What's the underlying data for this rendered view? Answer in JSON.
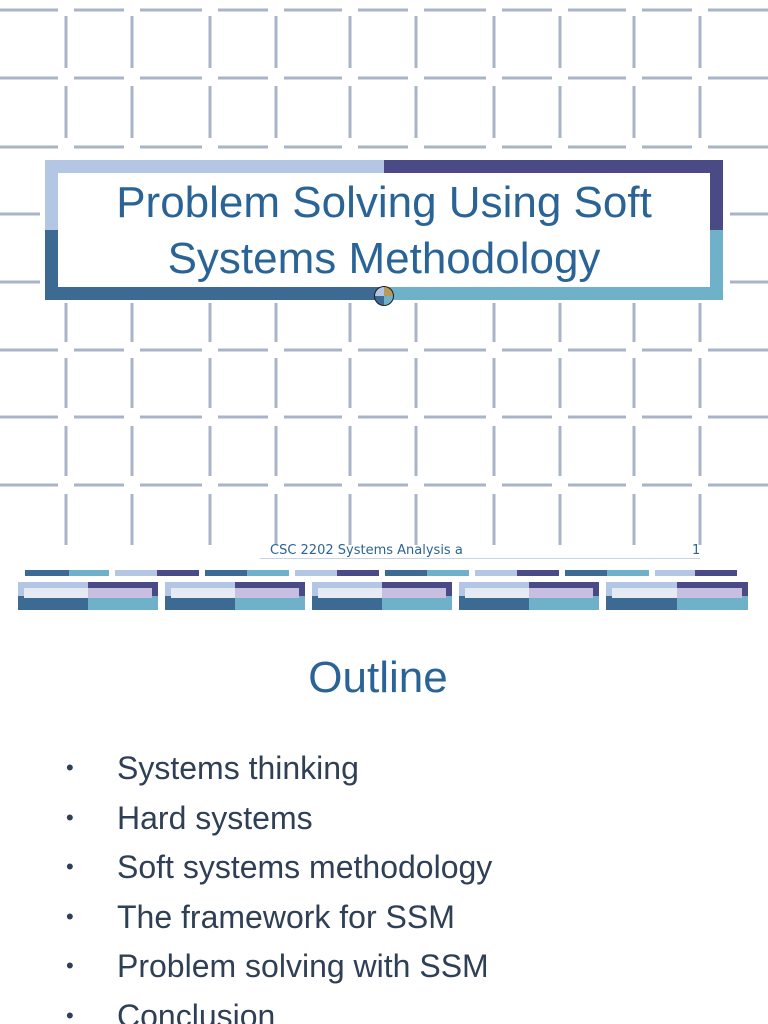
{
  "slide1": {
    "title_lines": [
      "Problem Solving Using Soft",
      "Systems Methodology"
    ],
    "footer": "CSC 2202 Systems Analysis a",
    "page_number": "1"
  },
  "slide2": {
    "title": "Outline",
    "bullets": [
      "Systems thinking",
      "Hard systems",
      "Soft systems methodology",
      "The framework for SSM",
      "Problem solving with SSM",
      "Conclusion"
    ]
  },
  "colors": {
    "title_text": "#2a6496",
    "grid_lines": "#a9b4c8",
    "frame_light": "#b3c6e4",
    "frame_dark": "#4a4b86",
    "frame_teal": "#6eb1c9",
    "frame_steel": "#3d6a92"
  }
}
